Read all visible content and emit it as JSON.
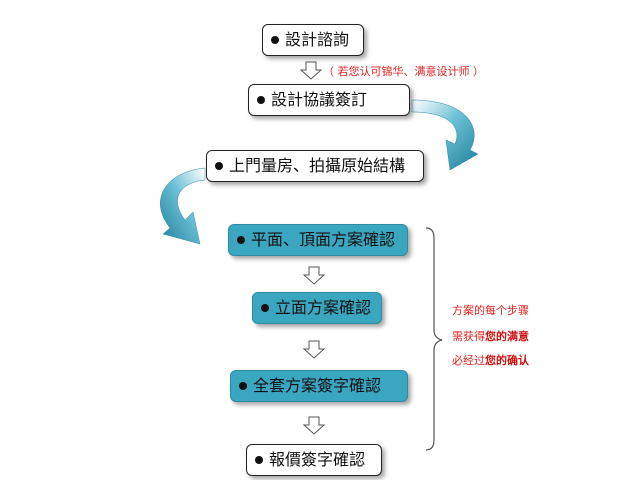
{
  "steps": [
    {
      "label": "設計諮詢"
    },
    {
      "label": "設計協議簽訂"
    },
    {
      "label": "上門量房、拍攝原始結構"
    },
    {
      "label": "平面、頂面方案確認"
    },
    {
      "label": "立面方案確認"
    },
    {
      "label": "全套方案簽字確認"
    },
    {
      "label": "報價簽字確認"
    }
  ],
  "note": "（ 若您认可锦华、满意设计师 ）",
  "side_note": {
    "line1": "方案的每个步骤",
    "line2_prefix": "需获得",
    "line2_bold": "您的满意",
    "line3_prefix": "必经过",
    "line3_bold": "您的确认"
  },
  "colors": {
    "teal": "#3aa6c0",
    "curved_arrow": "#3a9fb8",
    "note_red": "#e02020"
  }
}
